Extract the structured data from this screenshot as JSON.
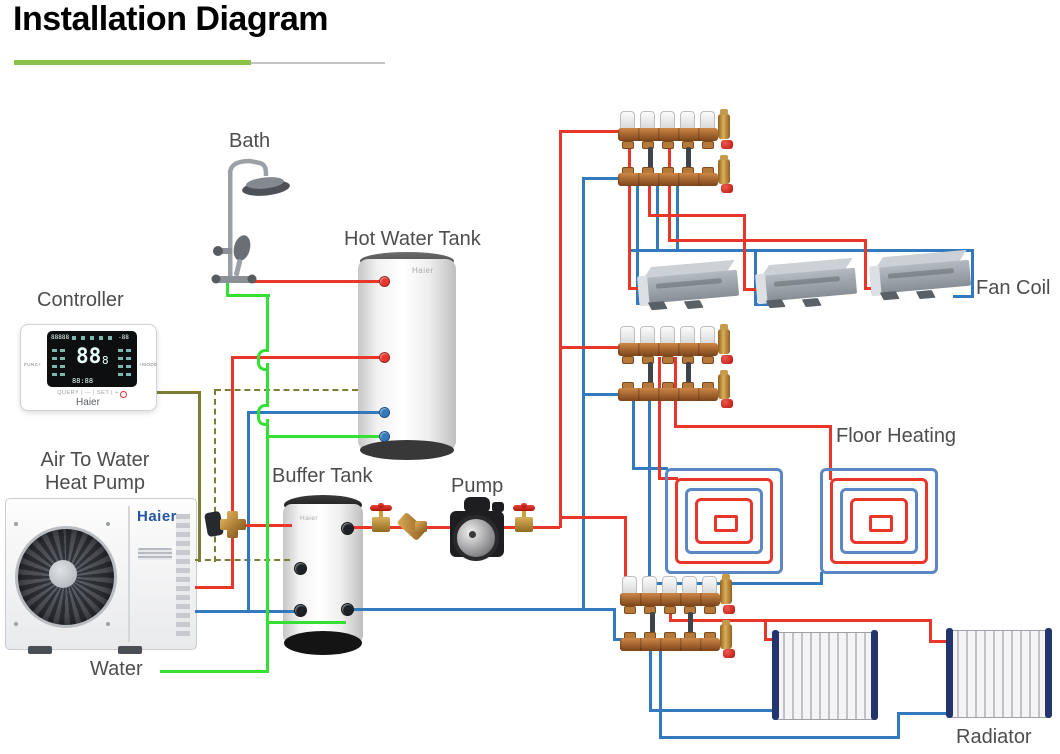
{
  "title": "Installation Diagram",
  "theme": {
    "accent_green": "#79b541",
    "underline_green": "#8bc34a",
    "underline_gray": "#c4c4c4",
    "label_color": "#4d4d4d"
  },
  "labels": {
    "bath": "Bath",
    "hot_water_tank": "Hot Water Tank",
    "controller": "Controller",
    "heat_pump_line1": "Air To Water",
    "heat_pump_line2": "Heat Pump",
    "buffer_tank": "Buffer Tank",
    "pump": "Pump",
    "water": "Water",
    "fan_coil": "Fan Coil",
    "floor_heating": "Floor Heating",
    "radiator": "Radiator"
  },
  "brand": {
    "heat_pump": "Haier",
    "hot_water_tank": "Haier",
    "buffer_tank": "Haier",
    "controller": "Haier"
  },
  "controller_display": {
    "top_left": "88888",
    "top_right": "-88",
    "main_reading": "88",
    "sub_reading": "8",
    "clock_reading": "88:88",
    "func_label": "FUNC+",
    "mode_label": "+MODE",
    "button_row": "QUERY | — | SET | +"
  },
  "pipe_colors": {
    "hot": "#e8362b",
    "cold": "#3279bd",
    "fresh_water": "#33e033",
    "control_wire": "#7c7e35",
    "floor_cold": "#5b87c5"
  }
}
